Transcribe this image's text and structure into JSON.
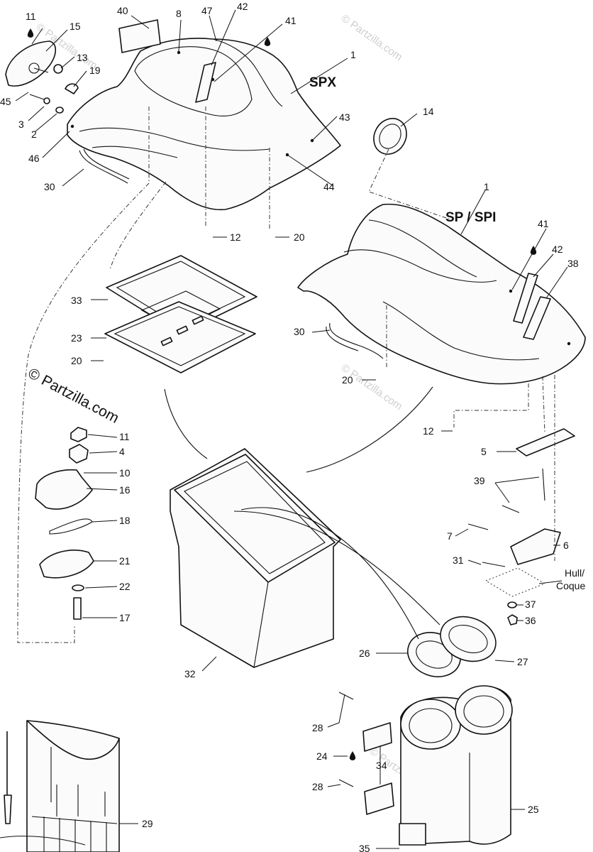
{
  "diagram": {
    "copyright": "© Partzilla.com",
    "watermark": "© Partzilla.com",
    "models": {
      "spx": "SPX",
      "sp_spi": "SP / SPI"
    },
    "hull_label": "Hull/\nCoque",
    "callouts": [
      {
        "id": "c11a",
        "text": "11"
      },
      {
        "id": "c15",
        "text": "15"
      },
      {
        "id": "c13",
        "text": "13"
      },
      {
        "id": "c19",
        "text": "19"
      },
      {
        "id": "c45",
        "text": "45"
      },
      {
        "id": "c3",
        "text": "3"
      },
      {
        "id": "c2",
        "text": "2"
      },
      {
        "id": "c46",
        "text": "46"
      },
      {
        "id": "c30a",
        "text": "30"
      },
      {
        "id": "c40",
        "text": "40"
      },
      {
        "id": "c8",
        "text": "8"
      },
      {
        "id": "c47",
        "text": "47"
      },
      {
        "id": "c42a",
        "text": "42"
      },
      {
        "id": "c41a",
        "text": "41"
      },
      {
        "id": "c1a",
        "text": "1"
      },
      {
        "id": "c43",
        "text": "43"
      },
      {
        "id": "c44",
        "text": "44"
      },
      {
        "id": "c14",
        "text": "14"
      },
      {
        "id": "c12a",
        "text": "12"
      },
      {
        "id": "c20a",
        "text": "20"
      },
      {
        "id": "c1b",
        "text": "1"
      },
      {
        "id": "c41b",
        "text": "41"
      },
      {
        "id": "c42b",
        "text": "42"
      },
      {
        "id": "c38",
        "text": "38"
      },
      {
        "id": "c33",
        "text": "33"
      },
      {
        "id": "c23",
        "text": "23"
      },
      {
        "id": "c20b",
        "text": "20"
      },
      {
        "id": "c30b",
        "text": "30"
      },
      {
        "id": "c20c",
        "text": "20"
      },
      {
        "id": "c12b",
        "text": "12"
      },
      {
        "id": "c5",
        "text": "5"
      },
      {
        "id": "c39",
        "text": "39"
      },
      {
        "id": "c7",
        "text": "7"
      },
      {
        "id": "c6",
        "text": "6"
      },
      {
        "id": "c31",
        "text": "31"
      },
      {
        "id": "c37",
        "text": "37"
      },
      {
        "id": "c36",
        "text": "36"
      },
      {
        "id": "c11b",
        "text": "11"
      },
      {
        "id": "c4",
        "text": "4"
      },
      {
        "id": "c10",
        "text": "10"
      },
      {
        "id": "c16",
        "text": "16"
      },
      {
        "id": "c18",
        "text": "18"
      },
      {
        "id": "c21",
        "text": "21"
      },
      {
        "id": "c22",
        "text": "22"
      },
      {
        "id": "c17",
        "text": "17"
      },
      {
        "id": "c32",
        "text": "32"
      },
      {
        "id": "c26",
        "text": "26"
      },
      {
        "id": "c27",
        "text": "27"
      },
      {
        "id": "c28a",
        "text": "28"
      },
      {
        "id": "c24",
        "text": "24"
      },
      {
        "id": "c28b",
        "text": "28"
      },
      {
        "id": "c34",
        "text": "34"
      },
      {
        "id": "c35",
        "text": "35"
      },
      {
        "id": "c25",
        "text": "25"
      },
      {
        "id": "c29",
        "text": "29"
      }
    ]
  }
}
